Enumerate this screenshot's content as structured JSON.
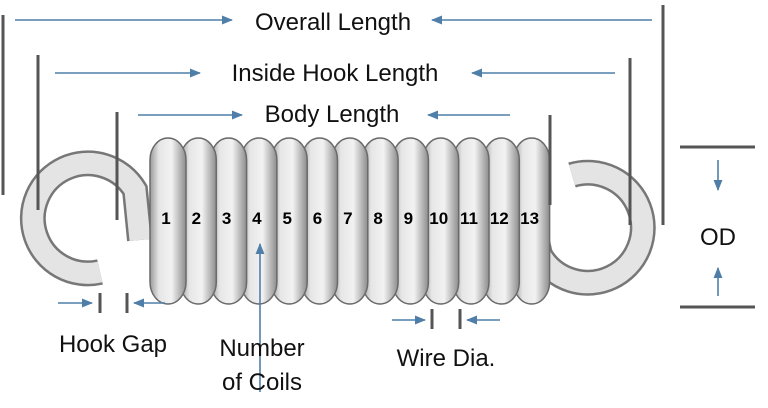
{
  "labels": {
    "overall_length": "Overall Length",
    "inside_hook_length": "Inside Hook Length",
    "body_length": "Body Length",
    "od": "OD",
    "hook_gap": "Hook Gap",
    "number_of_coils_line1": "Number",
    "number_of_coils_line2": "of Coils",
    "wire_dia": "Wire Dia."
  },
  "coil_numbers": [
    "1",
    "2",
    "3",
    "4",
    "5",
    "6",
    "7",
    "8",
    "9",
    "10",
    "11",
    "12",
    "13"
  ],
  "colors": {
    "arrow": "#4f7fa8",
    "dimension_line": "#555555",
    "spring": "#d8d8d8"
  }
}
